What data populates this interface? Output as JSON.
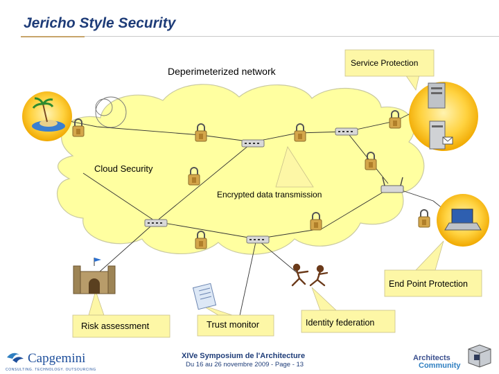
{
  "title": "Jericho Style Security",
  "labels": {
    "deperimeterized": "Deperimeterized network",
    "service_protection": "Service Protection",
    "cloud_security": "Cloud Security",
    "encrypted": "Encrypted data transmission",
    "end_point": "End Point Protection",
    "risk": "Risk assessment",
    "trust": "Trust monitor",
    "identity": "Identity federation"
  },
  "footer": {
    "brand": "Capgemini",
    "brand_sub": "CONSULTING. TECHNOLOGY. OUTSOURCING",
    "symposium": "XIVe Symposium de l'Architecture",
    "date_page": "Du 16 au 26 novembre 2009  -  Page - 13",
    "arch_line1": "Architects",
    "arch_line2": "Community"
  },
  "colors": {
    "title": "#1e3c78",
    "cloud_fill": "#ffffa0",
    "callout_fill": "#fdf7a6",
    "bubble_fill": "#ffc000",
    "lock_fill": "#d4a64a"
  }
}
